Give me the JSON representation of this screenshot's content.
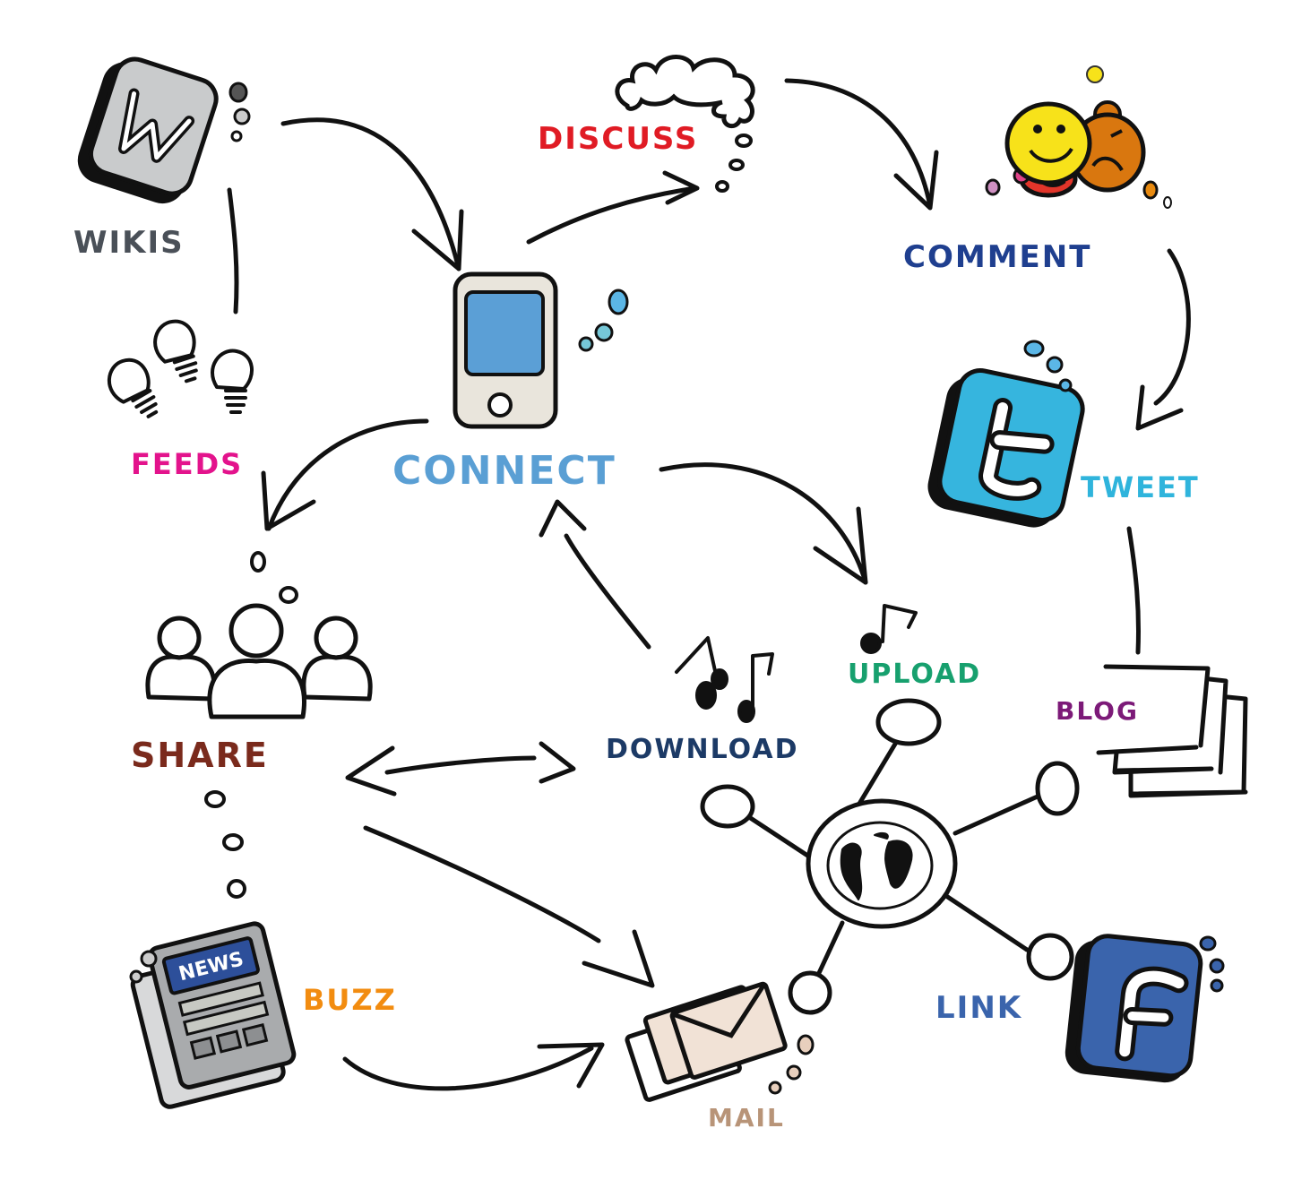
{
  "diagram": {
    "title": "Social media concept sketch",
    "nodes": [
      {
        "id": "wikis",
        "label": "WIKIS",
        "icon": "wiki-w-app-icon",
        "color": "#4a5058"
      },
      {
        "id": "discuss",
        "label": "DISCUSS",
        "icon": "thought-cloud-icon",
        "color": "#e01b24"
      },
      {
        "id": "comment",
        "label": "COMMENT",
        "icon": "smiley-faces-icon",
        "color": "#1f3f8f"
      },
      {
        "id": "feeds",
        "label": "FEEDS",
        "icon": "light-bulbs-icon",
        "color": "#e3138c"
      },
      {
        "id": "connect",
        "label": "CONNECT",
        "icon": "mobile-device-icon",
        "color": "#5a9fd4"
      },
      {
        "id": "tweet",
        "label": "TWEET",
        "icon": "twitter-t-app-icon",
        "color": "#2fb4dc"
      },
      {
        "id": "share",
        "label": "SHARE",
        "icon": "group-of-people-icon",
        "color": "#7a2a1c"
      },
      {
        "id": "download",
        "label": "DOWNLOAD",
        "icon": "music-notes-icon",
        "color": "#1c3a66"
      },
      {
        "id": "upload",
        "label": "UPLOAD",
        "icon": "music-note-icon",
        "color": "#17a06e"
      },
      {
        "id": "blog",
        "label": "BLOG",
        "icon": "stacked-pages-icon",
        "color": "#7c1a78"
      },
      {
        "id": "buzz",
        "label": "BUZZ",
        "icon": "newspaper-news-icon",
        "color": "#f28c10"
      },
      {
        "id": "mail",
        "label": "MAIL",
        "icon": "envelopes-icon",
        "color": "#b89478"
      },
      {
        "id": "link",
        "label": "LINK",
        "icon": "facebook-f-app-icon",
        "color": "#3a64ac"
      },
      {
        "id": "network",
        "label": "",
        "icon": "globe-network-hub-icon",
        "color": "#111111"
      }
    ],
    "news_badge_text": "NEWS",
    "edges": [
      {
        "from": "wikis",
        "to": "connect",
        "type": "arrow"
      },
      {
        "from": "wikis",
        "to": "feeds",
        "type": "line"
      },
      {
        "from": "connect",
        "to": "discuss",
        "type": "arrow"
      },
      {
        "from": "discuss",
        "to": "comment",
        "type": "arrow"
      },
      {
        "from": "comment",
        "to": "tweet",
        "type": "arrow"
      },
      {
        "from": "tweet",
        "to": "blog",
        "type": "line"
      },
      {
        "from": "connect",
        "to": "share",
        "type": "arrow"
      },
      {
        "from": "connect",
        "to": "upload",
        "type": "arrow"
      },
      {
        "from": "download",
        "to": "connect",
        "type": "arrow"
      },
      {
        "from": "share",
        "to": "download",
        "type": "double-arrow"
      },
      {
        "from": "share",
        "to": "mail",
        "type": "arrow"
      },
      {
        "from": "buzz",
        "to": "mail",
        "type": "arrow"
      },
      {
        "from": "share",
        "to": "buzz",
        "type": "dotted-bubbles"
      }
    ],
    "palette": {
      "ink": "#111111",
      "wiki_gray": "#c9cbcc",
      "device_body": "#e9e5dc",
      "device_screen": "#5b9fd6",
      "twitter_blue": "#36b5de",
      "facebook_blue": "#3a64ac",
      "smiley_yellow": "#f7e21a",
      "smiley_orange": "#d9770f",
      "smiley_red": "#e2352a",
      "envelope_beige": "#f1e2d6",
      "news_gray": "#a9abad",
      "news_blue": "#2d4f9a"
    }
  }
}
